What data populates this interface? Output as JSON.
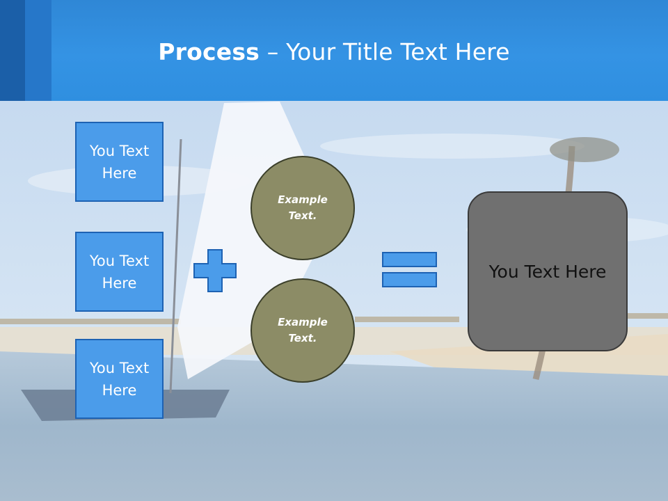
{
  "header": {
    "title_bold": "Process",
    "title_rest": " – Your Title Text Here"
  },
  "boxes": [
    {
      "label": "You Text Here"
    },
    {
      "label": "You Text Here"
    },
    {
      "label": "You Text Here"
    }
  ],
  "circles": [
    {
      "label": "Example Text."
    },
    {
      "label": "Example Text."
    }
  ],
  "result": {
    "label": "You Text Here"
  },
  "colors": {
    "header_blue": "#3493e4",
    "box_fill": "#4b9cea",
    "box_border": "#1d62b3",
    "circle_fill": "#8c8c66",
    "result_fill": "#707070"
  },
  "icons": {
    "operator_1": "plus-icon",
    "operator_2": "equals-icon"
  }
}
